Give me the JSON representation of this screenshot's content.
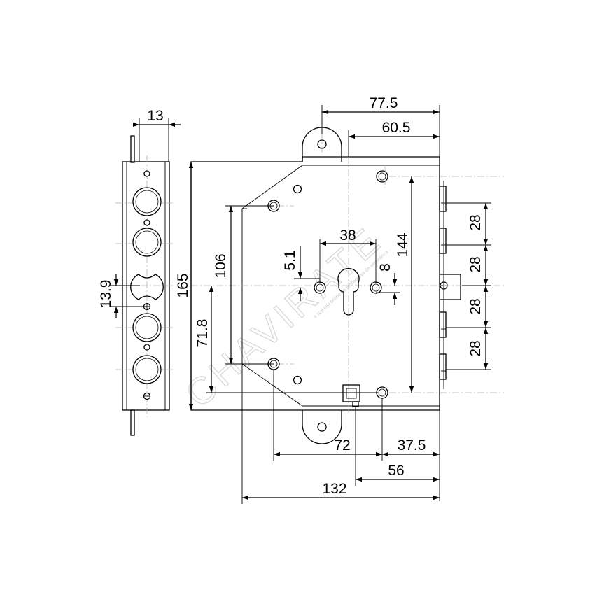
{
  "watermark": {
    "brand": "CHAVIRATE",
    "tagline": "a sua loja online de fechaduras de segurança"
  },
  "dimensions": {
    "side_width": "13",
    "side_offset": "13.9",
    "overall_height": "165",
    "top_width_outer": "77.5",
    "top_width_inner": "60.5",
    "cylinder_spacing": "38",
    "cylinder_offset": "5.1",
    "spindle_offset": "8",
    "bolt_height": "144",
    "inner_height": "106",
    "lower_height": "71.8",
    "bolt_pitch": [
      "28",
      "28",
      "28",
      "28"
    ],
    "bottom_72": "72",
    "bottom_37_5": "37.5",
    "bottom_56": "56",
    "total_depth": "132"
  }
}
